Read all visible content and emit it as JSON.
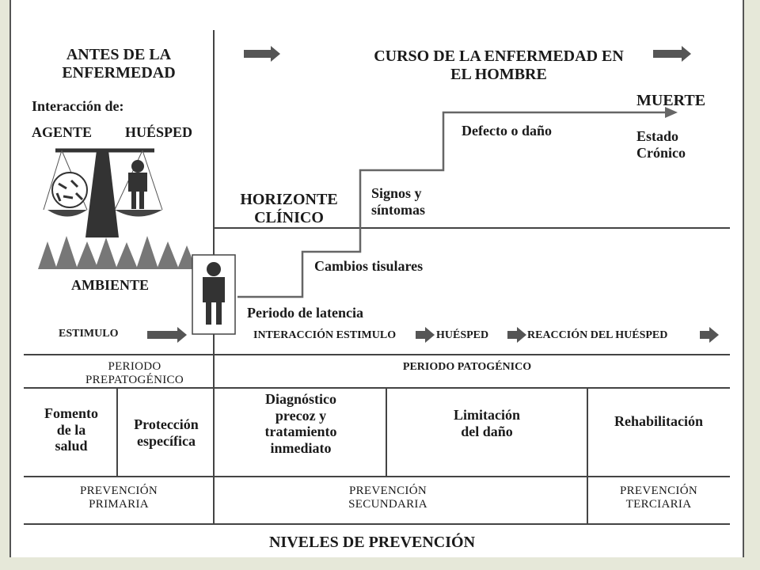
{
  "pre_disease": {
    "line1": "ANTES DE LA",
    "line2": "ENFERMEDAD"
  },
  "course": {
    "line1": "CURSO DE LA ENFERMEDAD EN",
    "line2": "EL HOMBRE"
  },
  "interaction_label": "Interacción de:",
  "agent_label": "AGENTE",
  "host_label": "HUÉSPED",
  "environment_label": "AMBIENTE",
  "clinical_horizon": {
    "line1": "HORIZONTE",
    "line2": "CLÍNICO"
  },
  "stages": {
    "death": "MUERTE",
    "chronic_line1": "Estado",
    "chronic_line2": "Crónico",
    "damage": "Defecto o daño",
    "signs_line1": "Signos y",
    "signs_line2": "síntomas",
    "tissue": "Cambios tisulares",
    "latency": "Periodo de latencia"
  },
  "stimulus_row": {
    "stimulus": "ESTIMULO",
    "interaction": "INTERACCIÓN ESTIMULO",
    "host": "HUÉSPED",
    "reaction": "REACCIÓN DEL HUÉSPED"
  },
  "periods": {
    "prepathogenic_line1": "PERIODO",
    "prepathogenic_line2": "PREPATOGÉNICO",
    "pathogenic": "PERIODO PATOGÉNICO"
  },
  "actions": {
    "promotion": [
      "Fomento",
      "de la",
      "salud"
    ],
    "protection": [
      "Protección",
      "específica"
    ],
    "diagnosis": [
      "Diagnóstico",
      "precoz y",
      "tratamiento",
      "inmediato"
    ],
    "limitation": [
      "Limitación",
      "del daño"
    ],
    "rehab": "Rehabilitación"
  },
  "prevention": {
    "primary_line1": "PREVENCIÓN",
    "primary_line2": "PRIMARIA",
    "secondary_line1": "PREVENCIÓN",
    "secondary_line2": "SECUNDARIA",
    "tertiary_line1": "PREVENCIÓN",
    "tertiary_line2": "TERCIARIA"
  },
  "footer_title": "NIVELES DE PREVENCIÓN"
}
